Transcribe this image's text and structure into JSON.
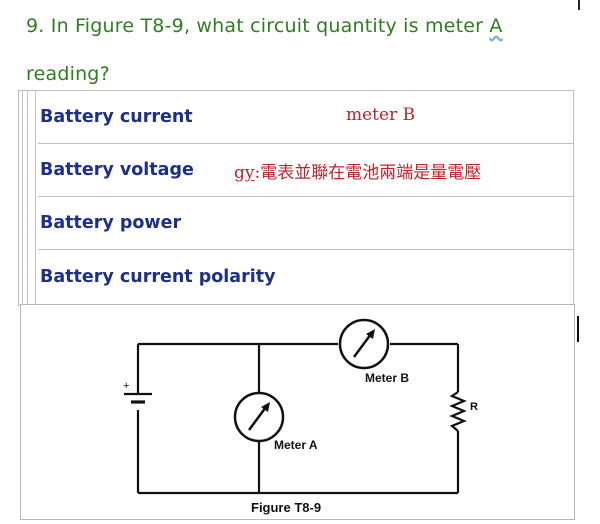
{
  "question": {
    "text_before": "9. In Figure T8-9, what circuit quantity is meter ",
    "underlined_word": "A",
    "text_after": "reading?"
  },
  "options": [
    {
      "label": "Battery current",
      "note": "meter B"
    },
    {
      "label": "Battery voltage",
      "note_prefix": "gy",
      "note": ":電表並聯在電池兩端是量電壓"
    },
    {
      "label": "Battery power"
    },
    {
      "label": "Battery current polarity"
    }
  ],
  "figure": {
    "caption": "Figure T8-9",
    "meter_a_label": "Meter A",
    "meter_b_label": "Meter B",
    "resistor_label": "R",
    "battery_plus": "+",
    "line_color": "#111111"
  },
  "colors": {
    "question": "#2e7d1f",
    "option_text": "#1d2f8a",
    "annotation": "#c0232b"
  }
}
